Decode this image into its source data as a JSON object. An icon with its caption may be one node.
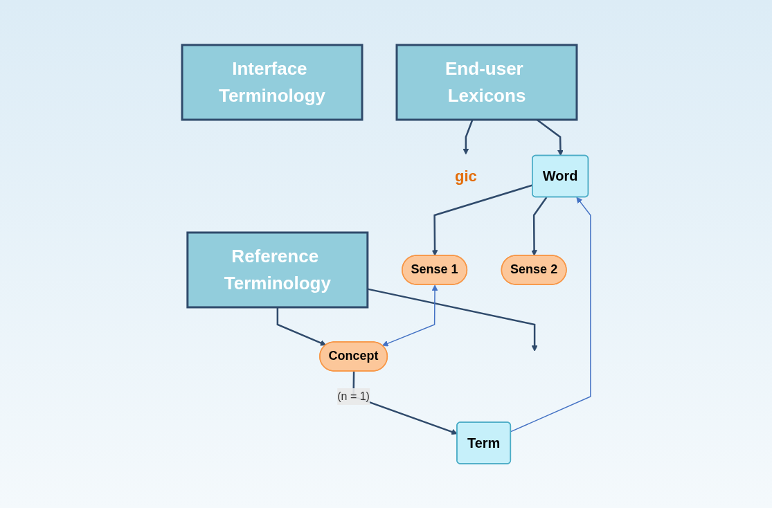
{
  "diagram": {
    "nodes": [
      {
        "text": [
          "Interface Terminology"
        ]
      },
      {
        "text": [
          "End-user Lexicons"
        ]
      },
      {
        "text": [
          "Reference Terminology"
        ]
      },
      {
        "text": [
          "gic"
        ]
      },
      {
        "text": [
          "Word"
        ]
      },
      {
        "text": [
          "Concept"
        ]
      },
      {
        "text": [
          "Sense 1"
        ]
      },
      {
        "text": [
          "Sense 2"
        ]
      },
      {
        "text": [
          "Term"
        ]
      }
    ],
    "edges": [
      {
        "from": 1,
        "to": 3,
        "arrow": "to"
      },
      {
        "from": 1,
        "to": 4,
        "arrow": "to"
      },
      {
        "from": 2,
        "to": 5,
        "arrow": "to"
      },
      {
        "from": 2,
        "to": null,
        "arrow": "to"
      },
      {
        "from": 4,
        "to": 6,
        "arrow": "to"
      },
      {
        "from": 4,
        "to": 7,
        "arrow": "to"
      },
      {
        "from": 6,
        "to": 5,
        "arrow": "both",
        "color": "#4472c4"
      },
      {
        "from": 8,
        "to": 4,
        "arrow": "to",
        "color": "#4472c4"
      },
      {
        "from": 5,
        "to": 8,
        "arrow": "to",
        "label": "(n = 1)"
      }
    ]
  }
}
